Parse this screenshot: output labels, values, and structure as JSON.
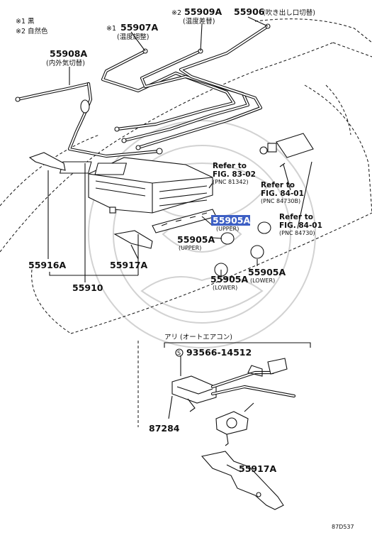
{
  "legend": {
    "note1": "※1 黒",
    "note2": "※2 自然色"
  },
  "callouts": {
    "c55907A": {
      "prefix": "※1",
      "number": "55907A",
      "sub": "(温度調整)"
    },
    "c55909A": {
      "prefix": "※2",
      "number": "55909A",
      "sub": "(温度差替)"
    },
    "c55906": {
      "number": "55906",
      "suffix": "(吹き出し口切替)"
    },
    "c55908A": {
      "number": "55908A",
      "sub": "(内外気切替)"
    },
    "c55916A": {
      "number": "55916A"
    },
    "c55917A_top": {
      "number": "55917A"
    },
    "c55910": {
      "number": "55910"
    },
    "c55905A_hl": {
      "number": "55905A",
      "sub": "(UPPER)"
    },
    "c55905A_upper": {
      "number": "55905A",
      "sub": "(UPPER)"
    },
    "c55905A_lower1": {
      "number": "55905A",
      "sub": "(LOWER)"
    },
    "c55905A_lower2": {
      "number": "55905A",
      "sub": "(LOWER)"
    },
    "c87284": {
      "number": "87284"
    },
    "c55917A_bottom": {
      "number": "55917A"
    },
    "c93566": {
      "number": "93566-14512"
    }
  },
  "references": {
    "ref1": {
      "line1": "Refer to",
      "line2": "FIG. 83-02",
      "pnc": "(PNC 81342)"
    },
    "ref2": {
      "line1": "Refer to",
      "line2": "FIG. 84-01",
      "pnc": "(PNC 84730B)"
    },
    "ref3": {
      "line1": "Refer to",
      "line2": "FIG. 84-01",
      "pnc": "(PNC 84730)"
    }
  },
  "group_label": "アリ (オートエアコン)",
  "figure_code": "87D537",
  "colors": {
    "highlight": "#3d5fc4",
    "ink": "#111111",
    "watermark": "#d2d2d2"
  }
}
